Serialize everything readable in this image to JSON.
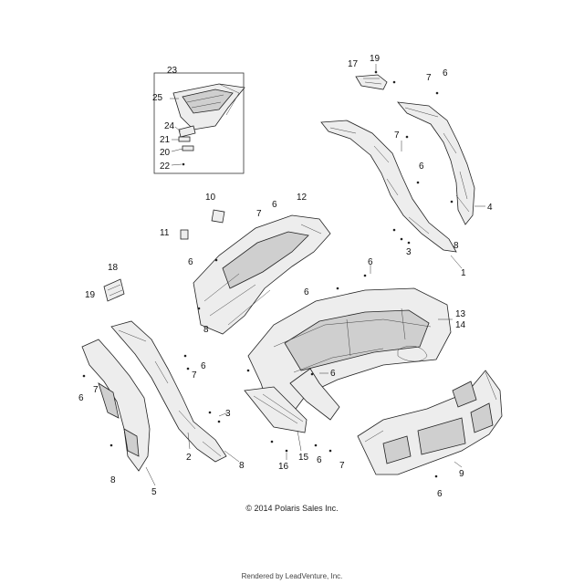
{
  "callouts": {
    "c23": "23",
    "c25": "25",
    "c24": "24",
    "c21": "21",
    "c20": "20",
    "c22": "22",
    "c17": "17",
    "c19a": "19",
    "c7a": "7",
    "c6a": "6",
    "c7b": "7",
    "c6b": "6",
    "c4": "4",
    "c3a": "3",
    "c8a": "8",
    "c1": "1",
    "c10": "10",
    "c6c": "6",
    "c7c": "7",
    "c12": "12",
    "c11": "11",
    "c6d": "6",
    "c8b": "8",
    "c6e": "6",
    "c6f": "6",
    "c18": "18",
    "c19b": "19",
    "c13": "13",
    "c14": "14",
    "c6g": "6",
    "c6h": "6",
    "c7d": "7",
    "c6i": "6",
    "c7e": "7",
    "c3b": "3",
    "c2": "2",
    "c8c": "8",
    "c8d": "8",
    "c5": "5",
    "c15": "15",
    "c16": "16",
    "c6j": "6",
    "c7f": "7",
    "c9": "9",
    "c6k": "6"
  },
  "copyright": "© 2014 Polaris Sales Inc.",
  "rendered_by": "Rendered by LeadVenture, Inc."
}
